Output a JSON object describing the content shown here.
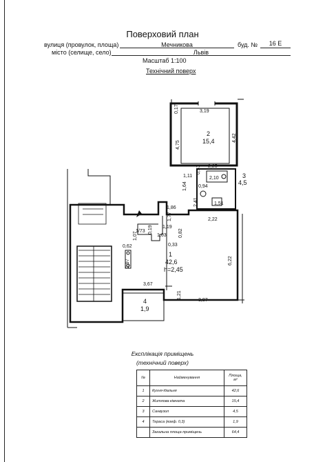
{
  "header": {
    "title": "Поверховий план",
    "street_label": "вулиця (провулок, площа)",
    "street_value": "Мечникова",
    "building_label": "буд. №",
    "building_value": "16 Е",
    "city_label": "місто (селище, село)",
    "city_value": "Львів",
    "scale": "Масштаб 1:100",
    "floor": "Технічний поверх"
  },
  "plan": {
    "rooms": [
      {
        "number": "1",
        "area": "42,6",
        "height": "h=2,45"
      },
      {
        "number": "2",
        "area": "15,4"
      },
      {
        "number": "3",
        "area": "4,5"
      },
      {
        "number": "4",
        "area": "1,9"
      }
    ],
    "dimensions": [
      "3,19",
      "0,17",
      "4,75",
      "4,42",
      "2,25",
      "0,51",
      "1,11",
      "2,10",
      "1,64",
      "0,94",
      "2,41",
      "1,51",
      "1,86",
      "2,22",
      "1,77",
      "1,19",
      "1/73",
      "0,19",
      "1,03",
      "0,82",
      "1,07",
      "0,33",
      "0,62",
      "2,97",
      "6,22",
      "3,67",
      "1,21",
      "3,87"
    ]
  },
  "explication": {
    "title": "Експлікація приміщень",
    "subtitle": "(технічний поверх)",
    "headers": [
      "№",
      "Найменування",
      "Площа, м²"
    ],
    "rows": [
      {
        "no": "1",
        "name": "Кухня-їдальня",
        "area": "42,6"
      },
      {
        "no": "2",
        "name": "Житлова кімната",
        "area": "15,4"
      },
      {
        "no": "3",
        "name": "Санвузол",
        "area": "4,5"
      },
      {
        "no": "4",
        "name": "Тераса (коеф. 0,3)",
        "area": "1,9"
      }
    ],
    "total_label": "Загальна площа приміщень",
    "total_value": "64,4"
  }
}
